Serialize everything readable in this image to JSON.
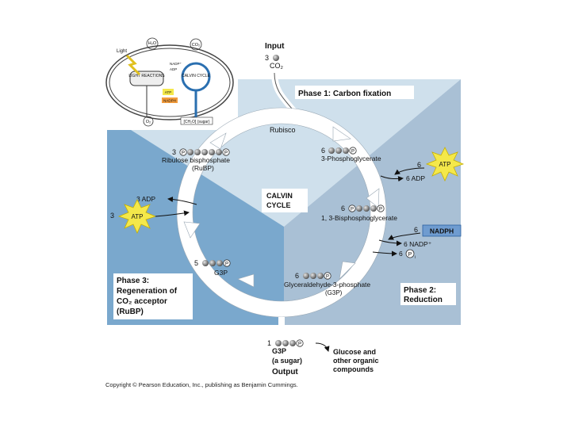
{
  "inset": {
    "light": "Light",
    "h2o": "H₂O",
    "co2": "CO₂",
    "nadp": "NADP⁺",
    "adp": "ADP",
    "light_reactions": "LIGHT REACTIONS",
    "calvin": "CALVIN CYCLE",
    "atp": "ATP",
    "nadph": "NADPH",
    "o2": "O₂",
    "sugar": "[CH₂O] (sugar)"
  },
  "input": {
    "title": "Input",
    "count": "3",
    "molecule": "CO₂"
  },
  "phases": {
    "phase1": "Phase 1: Carbon fixation",
    "phase2": [
      "Phase 2:",
      "Reduction"
    ],
    "phase3": [
      "Phase 3:",
      "Regeneration of",
      "CO₂ acceptor",
      "(RuBP)"
    ]
  },
  "enzyme": "Rubisco",
  "center": [
    "CALVIN",
    "CYCLE"
  ],
  "molecules": {
    "pga": {
      "count": "6",
      "name": "3-Phosphoglycerate"
    },
    "bpg": {
      "count": "6",
      "name": "1, 3-Bisphosphoglycerate"
    },
    "g3p_cycle": {
      "count": "6",
      "name": "Glyceraldehyde-3-phosphate",
      "abbr": "(G3P)"
    },
    "g3p_regen": {
      "count": "5",
      "name": "G3P"
    },
    "rubp": {
      "count": "3",
      "name": "Ribulose bisphosphate",
      "abbr": "(RuBP)"
    }
  },
  "cofactors": {
    "atp_in_count": "6",
    "atp": "ATP",
    "adp_out": "6 ADP",
    "nadph_in_count": "6",
    "nadph": "NADPH",
    "nadp_out": "6 NADP⁺",
    "pi_count": "6",
    "atp3_count": "3",
    "adp3_out": "3 ADP"
  },
  "phosphate_symbol": "P",
  "phosphate_sub": "i",
  "output": {
    "count": "1",
    "name": "G3P",
    "desc": "(a sugar)",
    "title": "Output",
    "result": [
      "Glucose and",
      "other organic",
      "compounds"
    ]
  },
  "copyright": "Copyright © Pearson Education, Inc., publishing as Benjamin Cummings.",
  "colors": {
    "phase1_bg": "#cfe0ec",
    "phase2_bg": "#a9c0d5",
    "phase3_bg": "#7aa8cd",
    "arrow": "#ffffff",
    "atp_burst": "#f4e84a",
    "nadph_box": "#6f9cd0",
    "molecule": "#888888"
  }
}
